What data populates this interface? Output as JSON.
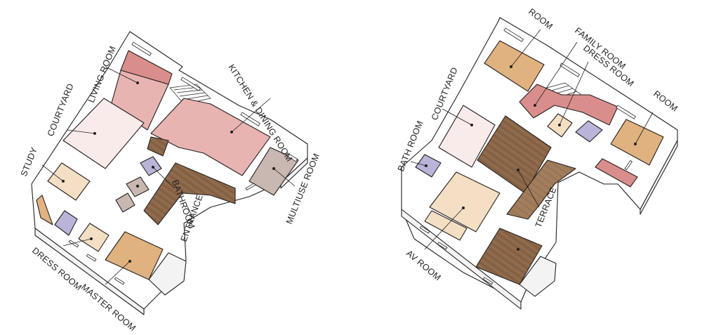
{
  "ground_floor": {
    "labels": {
      "living_room": "LIVING ROOM",
      "courtyard": "COURTYARD",
      "study": "STUDY",
      "kitchen_dining": "KITCHEN & DINING ROOM",
      "multiuse": "MULTIUSE ROOM",
      "bathroom": "BATHROOM",
      "entrance": "ENTRANCE",
      "dress_room": "DRESS ROOM",
      "master_room": "MASTER ROOM"
    }
  },
  "upper_floor": {
    "labels": {
      "room_top": "ROOM",
      "family_room": "FAMILY ROOM",
      "dress_room": "DRESS ROOM",
      "room_right": "ROOM",
      "courtyard": "COURTYARD",
      "bath_room": "BATH ROOM",
      "av_room": "AV ROOM",
      "terrace": "TERRACE"
    }
  },
  "colors": {
    "pink": "#e8b4b2",
    "pink_dark": "#d98e8b",
    "light_pink": "#f9ebea",
    "peach": "#f4dfc4",
    "tan": "#dfb27f",
    "lavender": "#b9b5d9",
    "taupe": "#c9b7b1",
    "wood": "#8b6648",
    "wood_light": "#b08a67"
  }
}
